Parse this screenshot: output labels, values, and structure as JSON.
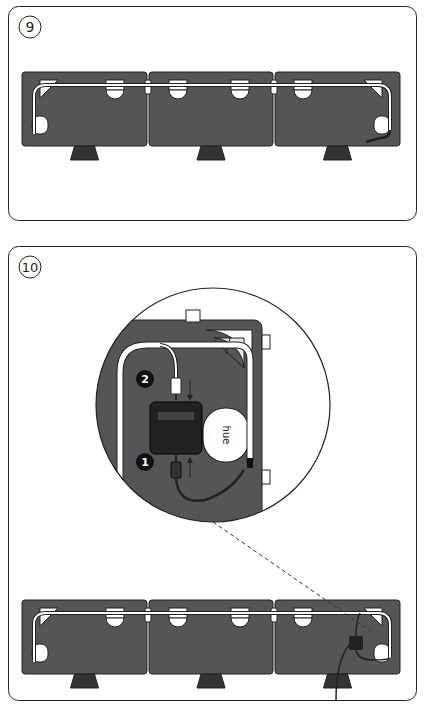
{
  "diagram": {
    "labels": [
      "9",
      "10",
      "2",
      "1",
      "hue"
    ]
  }
}
